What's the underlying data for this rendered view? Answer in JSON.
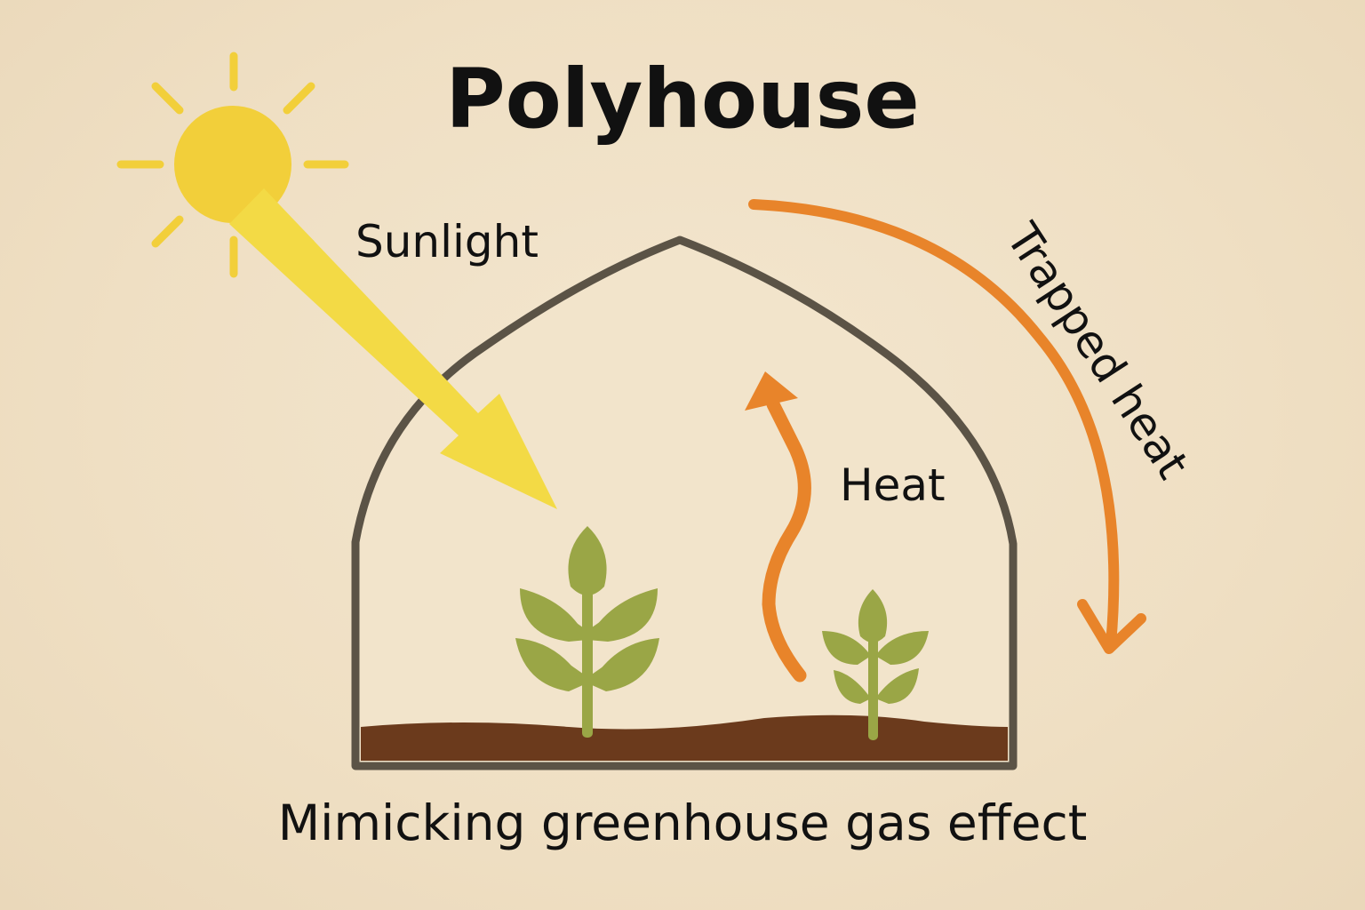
{
  "title": "Polyhouse",
  "labels": {
    "sunlight": "Sunlight",
    "heat": "Heat",
    "trapped_heat": "Trapped heat"
  },
  "caption": "Mimicking greenhouse gas effect",
  "colors": {
    "background": "#efdfc3",
    "sun": "#f2cf3a",
    "sunlight_arrow": "#f3da45",
    "heat_arrow": "#e8842a",
    "frame": "#5b5346",
    "soil": "#6b3a1c",
    "plant": "#9aa646",
    "text": "#111111"
  },
  "icons": [
    "sun-icon",
    "sunlight-arrow-icon",
    "heat-arrow-icon",
    "trapped-heat-arrow-icon",
    "polyhouse-frame-icon",
    "plant-icon"
  ]
}
